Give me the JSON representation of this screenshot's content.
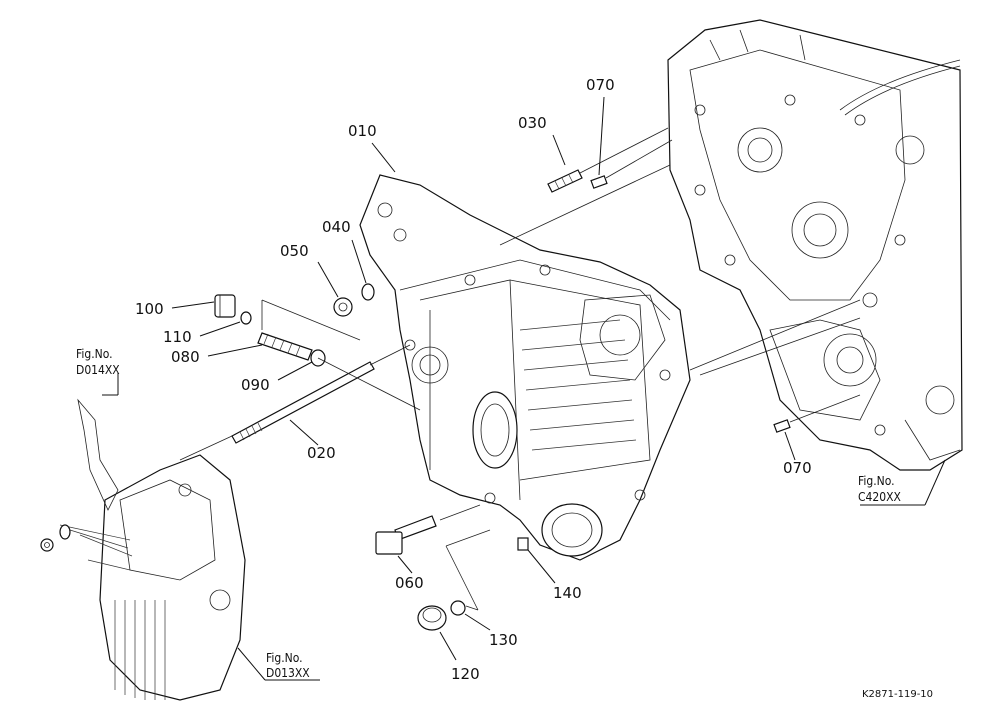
{
  "parts": {
    "p010": "010",
    "p020": "020",
    "p030": "030",
    "p040": "040",
    "p050": "050",
    "p060": "060",
    "p070a": "070",
    "p070b": "070",
    "p080": "080",
    "p090": "090",
    "p100": "100",
    "p110": "110",
    "p120": "120",
    "p130": "130",
    "p140": "140"
  },
  "figrefs": {
    "d014": {
      "line1": "Fig.No.",
      "line2": "D014XX"
    },
    "c420": {
      "line1": "Fig.No.",
      "line2": "C420XX"
    },
    "d013": {
      "line1": "Fig.No.",
      "line2": "D013XX"
    }
  },
  "drawing_code": "K2871-119-10"
}
